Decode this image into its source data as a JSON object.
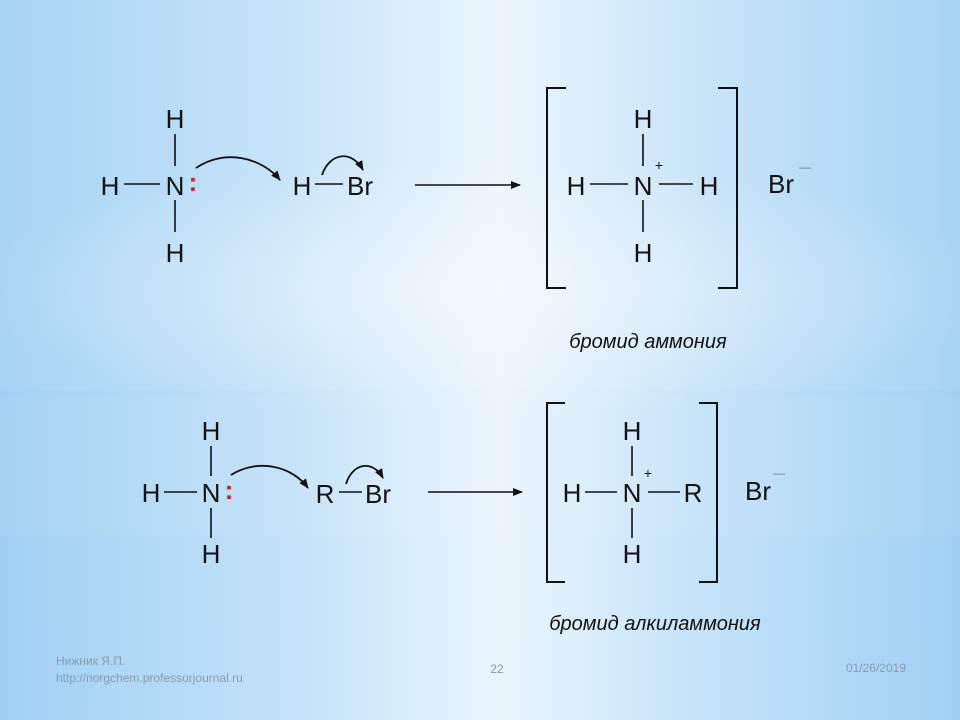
{
  "reaction1": {
    "reactant_n": "N",
    "reactant_h_top": "H",
    "reactant_h_left": "H",
    "reactant_h_bottom": "H",
    "lone_pair": ":",
    "acid_h": "H",
    "acid_br": "Br",
    "product_n": "N",
    "product_h_top": "H",
    "product_h_left": "H",
    "product_h_right": "H",
    "product_h_bottom": "H",
    "charge_plus": "+",
    "counter_ion": "Br",
    "counter_charge": "—",
    "caption": "бромид аммония"
  },
  "reaction2": {
    "reactant_n": "N",
    "reactant_h_top": "H",
    "reactant_h_left": "H",
    "reactant_h_bottom": "H",
    "lone_pair": ":",
    "alkyl_r": "R",
    "alkyl_br": "Br",
    "product_n": "N",
    "product_h_top": "H",
    "product_h_left": "H",
    "product_r_right": "R",
    "product_h_bottom": "H",
    "charge_plus": "+",
    "counter_ion": "Br",
    "counter_charge": "—",
    "caption": "бромид алкиламмония"
  },
  "footer": {
    "author": "Нижник Я.П.",
    "url": "http://norgchem.professorjournal.ru",
    "page_number": "22",
    "date": "01/26/2019"
  },
  "colors": {
    "lone_pair": "#d42020",
    "ink": "#111111"
  }
}
